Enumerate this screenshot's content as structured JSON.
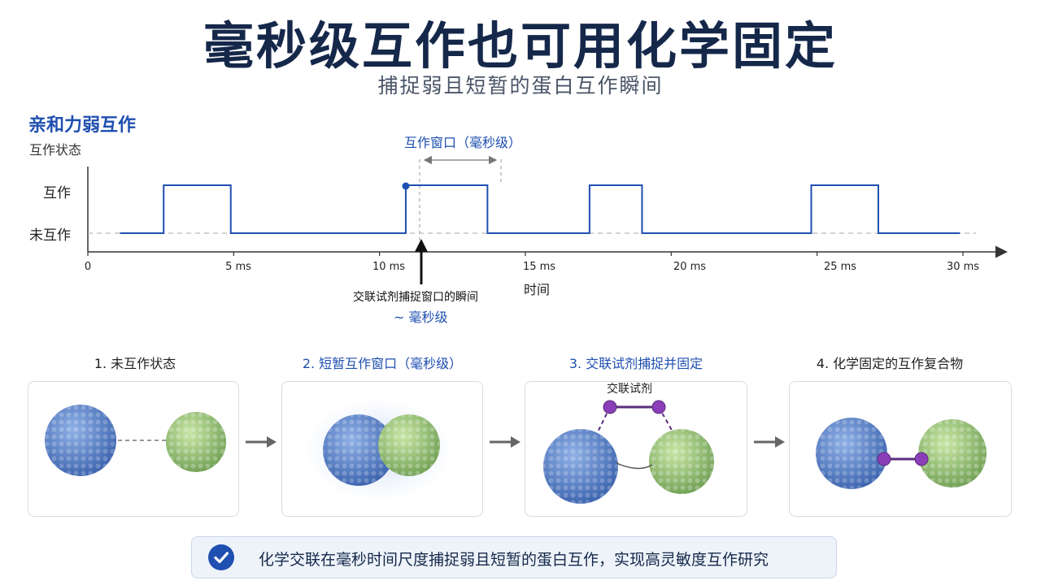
{
  "header": {
    "title": "毫秒级互作也可用化学固定",
    "subtitle": "捕捉弱且短暂的蛋白互作瞬间"
  },
  "timeline": {
    "section_title": "亲和力弱互作",
    "y_axis_title": "互作状态",
    "y_states": [
      "互作",
      "未互作"
    ],
    "x_axis_label": "时间",
    "x_ticks": [
      "0",
      "5 ms",
      "10 ms",
      "15 ms",
      "20 ms",
      "25 ms",
      "30 ms"
    ],
    "window_label": "互作窗口（毫秒级）",
    "capture_label": "交联试剂捕捉窗口的瞬间",
    "capture_sublabel": "~ 毫秒级",
    "colors": {
      "signal": "#1f4fb0",
      "baseline_dash": "#bbbbbb"
    }
  },
  "chart_data": {
    "type": "line",
    "title": "亲和力弱互作",
    "ylabel": "互作状态",
    "xlabel": "时间",
    "y_categories": [
      "未互作",
      "互作"
    ],
    "xlim": [
      0,
      30
    ],
    "interaction_intervals_ms": [
      [
        2.6,
        4.9
      ],
      [
        10.9,
        13.7
      ],
      [
        17.2,
        19.0
      ],
      [
        24.8,
        27.1
      ]
    ],
    "signal_start_ms": 1.1,
    "signal_end_ms": 29.9,
    "window_ms": [
      10.9,
      13.7
    ],
    "capture_time_ms": 10.9
  },
  "steps": [
    {
      "title": "1. 未互作状态"
    },
    {
      "title": "2. 短暂互作窗口（毫秒级）"
    },
    {
      "title": "3. 交联试剂捕捉并固定",
      "crosslinker_label": "交联试剂"
    },
    {
      "title": "4. 化学固定的互作复合物"
    }
  ],
  "summary": {
    "text": "化学交联在毫秒时间尺度捕捉弱且短暂的蛋白互作，实现高灵敏度互作研究",
    "icon": "check-circle-icon"
  }
}
